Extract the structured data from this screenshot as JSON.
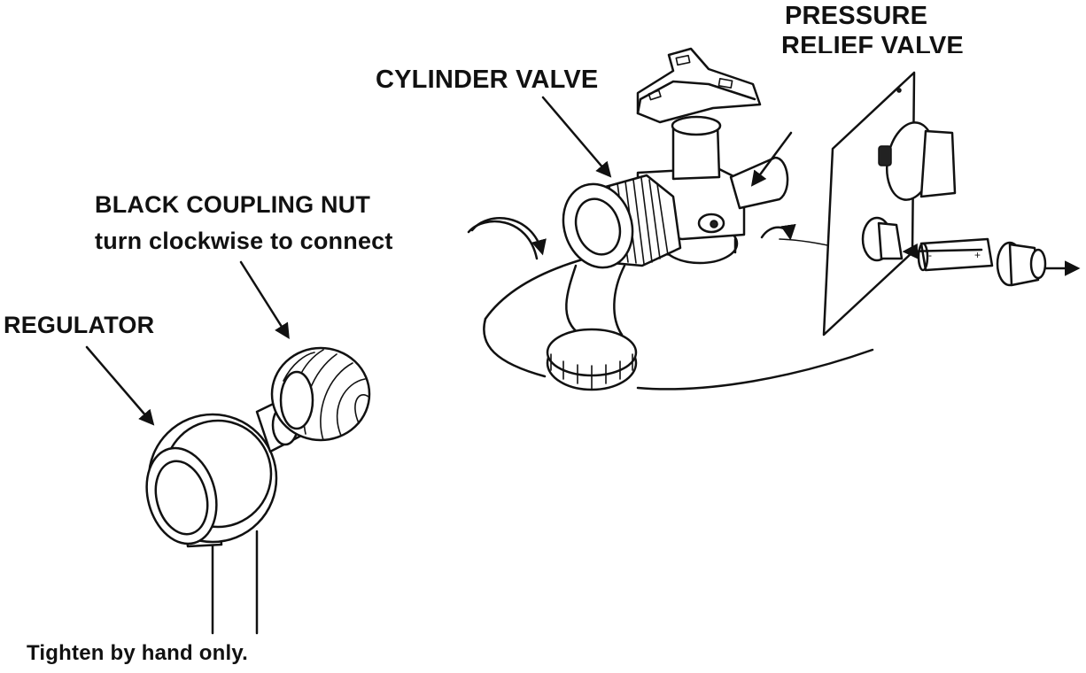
{
  "labels": {
    "pressure": "PRESSURE",
    "relief": "RELIEF VALVE",
    "cylinder_valve": "CYLINDER VALVE",
    "coupling_nut": "BLACK COUPLING NUT",
    "turn_instruction": "turn clockwise to connect",
    "regulator": "REGULATOR",
    "tighten_note": "Tighten by hand only."
  },
  "icons": [
    "regulator-drawing",
    "coupling-nut-drawing",
    "cylinder-valve-drawing",
    "valve-handwheel-drawing",
    "relief-valve-panel-drawing",
    "battery-drawing",
    "clockwise-arrow-icon",
    "leader-arrow"
  ]
}
